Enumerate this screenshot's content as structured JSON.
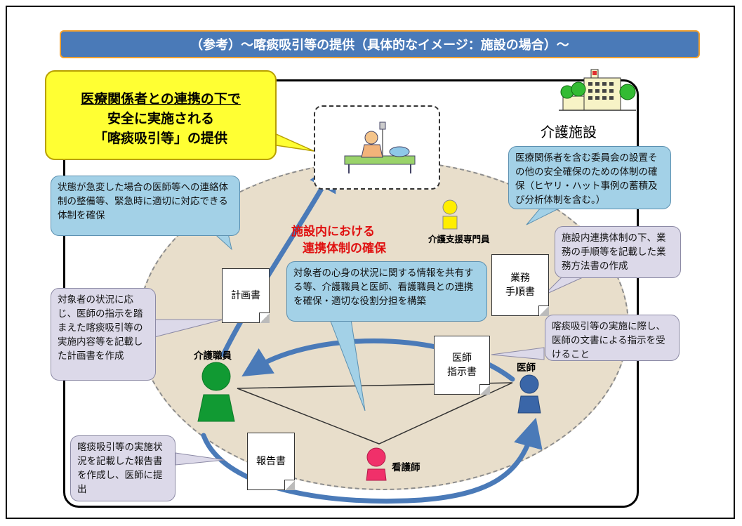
{
  "title": "（参考）～喀痰吸引等の提供（具体的なイメージ：施設の場合）～",
  "highlight": {
    "line1": "医療関係者との連携の下で",
    "line2": "安全に実施される",
    "line3": "「喀痰吸引等」の提供"
  },
  "facility_label": "介護施設",
  "center_label": {
    "line1": "施設内における",
    "line2": "連携体制の確保"
  },
  "callouts": {
    "emergency": "状態が急変した場合の医師等への連絡体制の整備等、緊急時に適切に対応できる体制を確保",
    "committee": "医療関係者を含む委員会の設置その他の安全確保のための体制の確保（ヒヤリ・ハット事例の蓄積及び分析体制を含む。）",
    "manual": "施設内連携体制の下、業務の手順等を記載した業務方法書の作成",
    "info_share": "対象者の心身の状況に関する情報を共有する等、介護職員と医師、看護職員との連携を確保・適切な役割分担を構築",
    "plan": "対象者の状況に応じ、医師の指示を踏まえた喀痰吸引等の実施内容等を記載した計画書を作成",
    "instruction": "喀痰吸引等の実施に際し、医師の文書による指示を受けること",
    "report": "喀痰吸引等の実施状況を記載した報告書を作成し、医師に提出"
  },
  "documents": {
    "plan": "計画書",
    "manual_line1": "業務",
    "manual_line2": "手順書",
    "instruction_line1": "医師",
    "instruction_line2": "指示書",
    "report": "報告書"
  },
  "people": {
    "care_manager": "介護支援専門員",
    "care_worker": "介護職員",
    "doctor": "医師",
    "nurse": "看護師"
  },
  "colors": {
    "title_bar": "#4a7ab8",
    "title_border": "#f0a030",
    "highlight": "#ffff33",
    "callout_blue": "#a3d1e7",
    "callout_lavender": "#dcd9e9",
    "ellipse": "#e8decb",
    "arrow": "#4a7ab8",
    "care_manager": "#ffee00",
    "care_worker": "#119a33",
    "doctor": "#3a66a8",
    "nurse": "#f0306a",
    "emphasis": "#e01010"
  }
}
